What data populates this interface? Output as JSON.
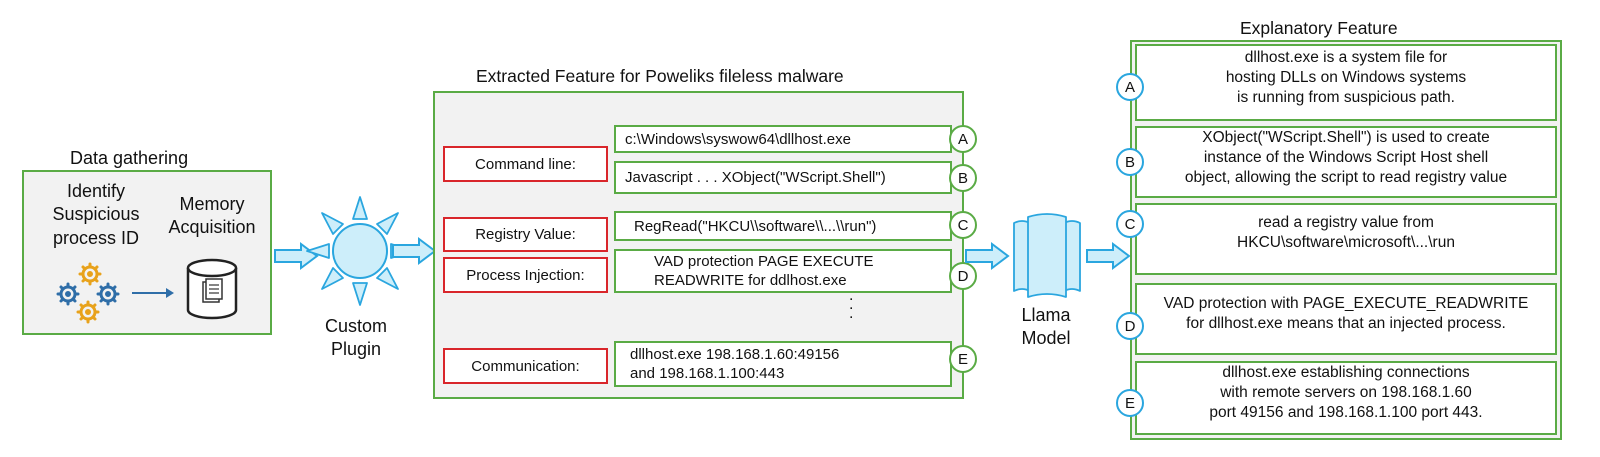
{
  "data_gathering": {
    "title": "Data gathering",
    "identify_label": [
      "Identify",
      "Suspicious",
      "process ID"
    ],
    "memory_label": [
      "Memory",
      "Acquisition"
    ],
    "gears_icon": "gears-icon",
    "database_icon": "database-icon"
  },
  "plugin": {
    "label": [
      "Custom",
      "Plugin"
    ],
    "icon": "sun-icon"
  },
  "extracted": {
    "title": "Extracted Feature for Poweliks fileless malware",
    "categories": [
      "Command line:",
      "Registry Value:",
      "Process Injection:",
      "Communication:"
    ],
    "features": [
      {
        "marker": "A",
        "lines": [
          "c:\\Windows\\syswow64\\dllhost.exe"
        ]
      },
      {
        "marker": "B",
        "lines": [
          "Javascript . . .  XObject(\"WScript.Shell\")"
        ]
      },
      {
        "marker": "C",
        "lines": [
          "RegRead(\"HKCU\\\\software\\\\...\\\\run\")"
        ]
      },
      {
        "marker": "D",
        "lines": [
          "VAD protection PAGE EXECUTE",
          "READWRITE for ddlhost.exe"
        ]
      },
      {
        "marker": "E",
        "lines": [
          "dllhost.exe 198.168.1.60:49156",
          "and 198.168.1.100:443"
        ]
      }
    ],
    "ellipsis": "."
  },
  "model": {
    "label": [
      "Llama",
      "Model"
    ],
    "icon": "scroll-icon"
  },
  "explanatory": {
    "title": "Explanatory Feature",
    "items": [
      {
        "marker": "A",
        "lines": [
          "dllhost.exe is a system file for",
          "hosting DLLs on Windows systems",
          "is running from suspicious path."
        ]
      },
      {
        "marker": "B",
        "lines": [
          "XObject(\"WScript.Shell\") is used to create",
          "instance of the Windows Script Host shell",
          "object, allowing the script to read registry value"
        ]
      },
      {
        "marker": "C",
        "lines": [
          "read a registry value from",
          "HKCU\\software\\microsoft\\...\\run"
        ]
      },
      {
        "marker": "D",
        "lines": [
          "VAD protection with PAGE_EXECUTE_READWRITE",
          "for dllhost.exe means that an injected process."
        ]
      },
      {
        "marker": "E",
        "lines": [
          "dllhost.exe establishing connections",
          "with remote servers on 198.168.1.60",
          "port 49156 and 198.168.1.100 port 443."
        ]
      }
    ]
  },
  "colors": {
    "green": "#5aab45",
    "red": "#d9262b",
    "blue": "#2aa6df",
    "light_blue": "#cdeefa",
    "gear_orange": "#e8a21b",
    "gear_blue": "#2f6ea8"
  }
}
